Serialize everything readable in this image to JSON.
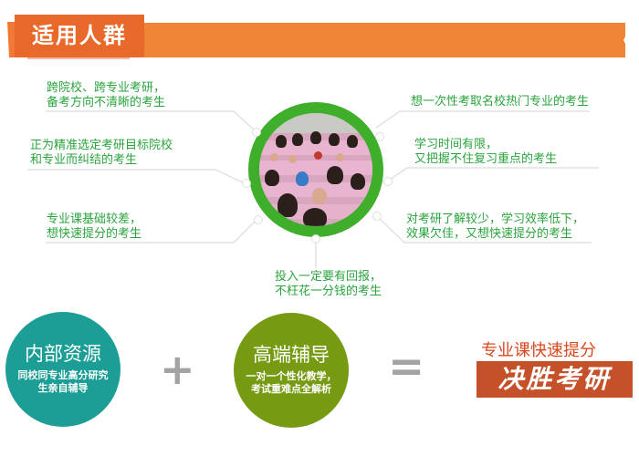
{
  "header": {
    "title": "适用人群"
  },
  "colors": {
    "banner_orange": "#ef8336",
    "banner_tab": "#e8692a",
    "text_green": "#2aa33c",
    "ring_green": "#3fae2a",
    "teal": "#1c9d95",
    "olive": "#769a12",
    "slogan_red": "#c4512a"
  },
  "audiences": {
    "left": [
      {
        "line1": "跨院校、跨专业考研，",
        "line2": "备考方向不清晰的考生"
      },
      {
        "line1": "正为精准选定考研目标院校",
        "line2": "和专业而纠结的考生"
      },
      {
        "line1": "专业课基础较差，",
        "line2": "想快速提分的考生"
      }
    ],
    "right": [
      {
        "line1": "想一次性考取名校热门专业的考生",
        "line2": ""
      },
      {
        "line1": "学习时间有限，",
        "line2": "又把握不住复习重点的考生"
      },
      {
        "line1": "对考研了解较少，学习效率低下，",
        "line2": "效果欠佳，又想快速提分的考生"
      }
    ],
    "bottom": {
      "line1": "投入一定要有回报，",
      "line2": "不枉花一分钱的考生"
    }
  },
  "formula": {
    "item1": {
      "title": "内部资源",
      "line1": "同校同专业高分研究",
      "line2": "生亲自辅导"
    },
    "plus": "+",
    "item2": {
      "title": "高端辅导",
      "line1": "一对一个性化教学，",
      "line2": "考试重难点全解析"
    },
    "equals": "=",
    "result": {
      "subtitle": "专业课快速提分",
      "title": "决胜考研"
    }
  }
}
